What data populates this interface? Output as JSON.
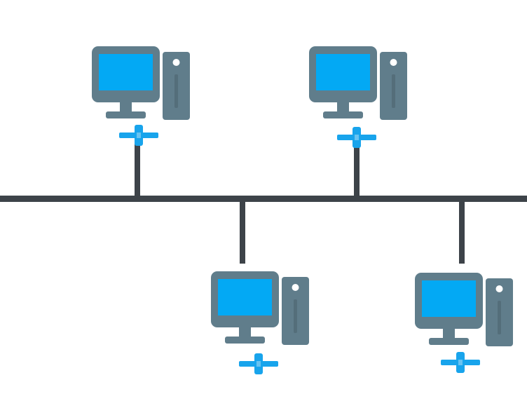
{
  "diagram": {
    "type": "bus-topology",
    "colors": {
      "background": "#ffffff",
      "bus": "#3d4349",
      "device": "#607d8b",
      "screen": "#03a9f4",
      "connector": "#18a4ec"
    },
    "nodes": [
      {
        "icon": "desktop-computer-icon",
        "connector_icon": "network-connector-icon",
        "position": "top"
      },
      {
        "icon": "desktop-computer-icon",
        "connector_icon": "network-connector-icon",
        "position": "top"
      },
      {
        "icon": "desktop-computer-icon",
        "connector_icon": "network-connector-icon",
        "position": "bottom"
      },
      {
        "icon": "desktop-computer-icon",
        "connector_icon": "network-connector-icon",
        "position": "bottom"
      }
    ]
  }
}
